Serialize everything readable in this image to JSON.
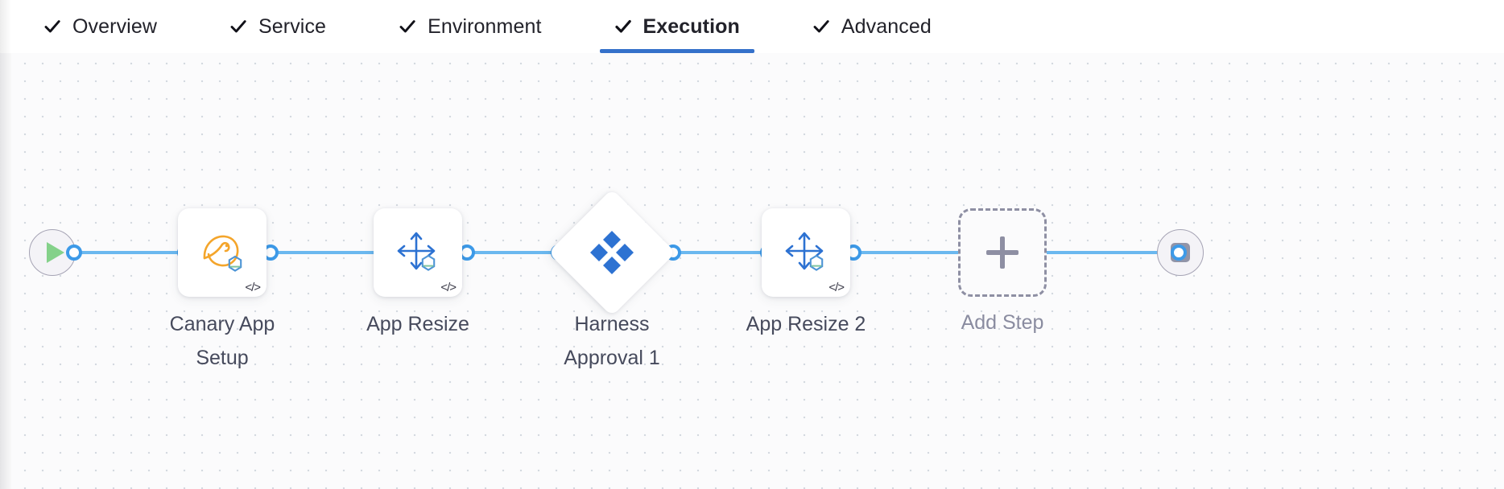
{
  "tabs": [
    {
      "label": "Overview",
      "icon": "check-icon",
      "active": false
    },
    {
      "label": "Service",
      "icon": "check-icon",
      "active": false
    },
    {
      "label": "Environment",
      "icon": "check-icon",
      "active": false
    },
    {
      "label": "Execution",
      "icon": "check-icon",
      "active": true
    },
    {
      "label": "Advanced",
      "icon": "check-icon",
      "active": false
    }
  ],
  "colors": {
    "active_tab_underline": "#3571ca",
    "wire": "#6bb8ef",
    "dot_border": "#3d9ae8",
    "harness_logo": "#2d72d2",
    "start_play": "#84d18a",
    "end_stop": "#9194a8",
    "add_step_dashed": "#8e8fa3",
    "label_text": "#464a5c",
    "canvas_bg": "#fbfbfc",
    "grid_dot": "#d4d9e0"
  },
  "pipeline": {
    "start_node": {
      "name": "start-node",
      "icon": "play-icon"
    },
    "end_node": {
      "name": "end-node",
      "icon": "stop-icon"
    },
    "steps": [
      {
        "id": "canary-app-setup",
        "label": "Canary App\nSetup",
        "icon": "tanzu-bird-icon",
        "badge": "code-icon",
        "shape": "rounded-square"
      },
      {
        "id": "app-resize",
        "label": "App Resize",
        "icon": "resize-arrows-icon",
        "badge": "code-icon",
        "shape": "rounded-square"
      },
      {
        "id": "harness-approval-1",
        "label": "Harness\nApproval 1",
        "icon": "harness-logo-icon",
        "badge": "",
        "shape": "diamond"
      },
      {
        "id": "app-resize-2",
        "label": "App Resize 2",
        "icon": "resize-arrows-icon",
        "badge": "code-icon",
        "shape": "rounded-square"
      }
    ],
    "add_step": {
      "id": "add-step",
      "label": "Add Step",
      "icon": "plus-icon"
    }
  }
}
